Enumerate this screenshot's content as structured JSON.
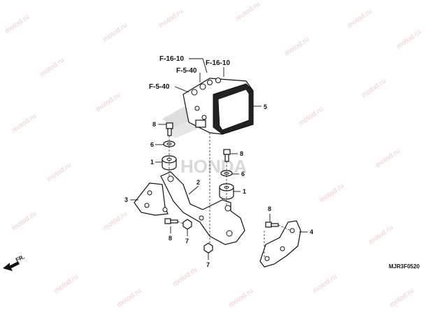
{
  "watermark": {
    "text": "motod.ru",
    "color": "#f2c9c9"
  },
  "background_logo": {
    "text": "HONDA"
  },
  "references": [
    {
      "id": "f16-10-left",
      "label": "F-16-10"
    },
    {
      "id": "f16-10-right",
      "label": "F-16-10"
    },
    {
      "id": "f5-40-upper",
      "label": "F-5-40"
    },
    {
      "id": "f5-40-lower",
      "label": "F-5-40"
    }
  ],
  "callouts": {
    "modulator": "5",
    "bolt_top_left": "8",
    "washer_left": "6",
    "rubber_left": "1",
    "bolt_mid": "8",
    "washer_mid": "6",
    "rubber_mid": "1",
    "bracket_main": "2",
    "bracket_left": "3",
    "bracket_right": "4",
    "bolt_bottom_left": "8",
    "nut_left": "7",
    "nut_bottom": "7",
    "bolt_right": "8"
  },
  "direction_label": "FR.",
  "drawing_code": "MJR3F0520"
}
